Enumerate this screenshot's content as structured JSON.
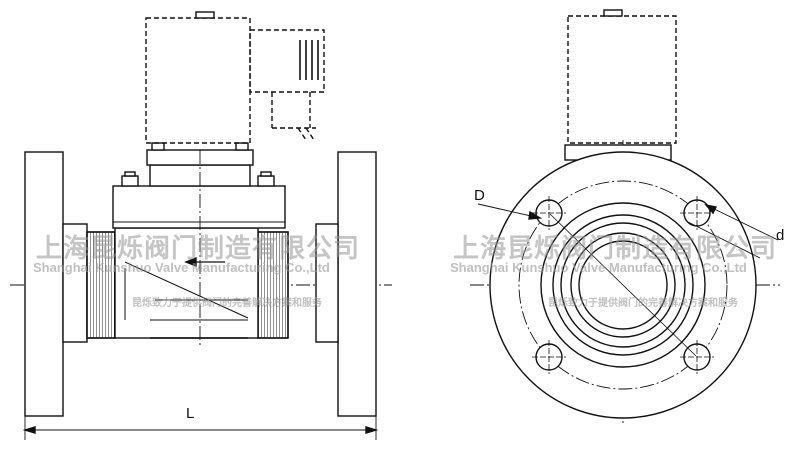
{
  "dimensions": {
    "length_label": "L",
    "bolt_circle_label": "D",
    "hole_label": "d"
  },
  "watermark": {
    "company_cn": "上海昆烁阀门制造有限公司",
    "company_en": "Shanghai Kunshuo Valve Manufacturing Co.,Ltd",
    "slogan": "昆烁致力于提供阀门的完善解决方案和服务"
  },
  "colors": {
    "line": "#111111",
    "fill": "#ffffff",
    "watermark": "#969696"
  }
}
